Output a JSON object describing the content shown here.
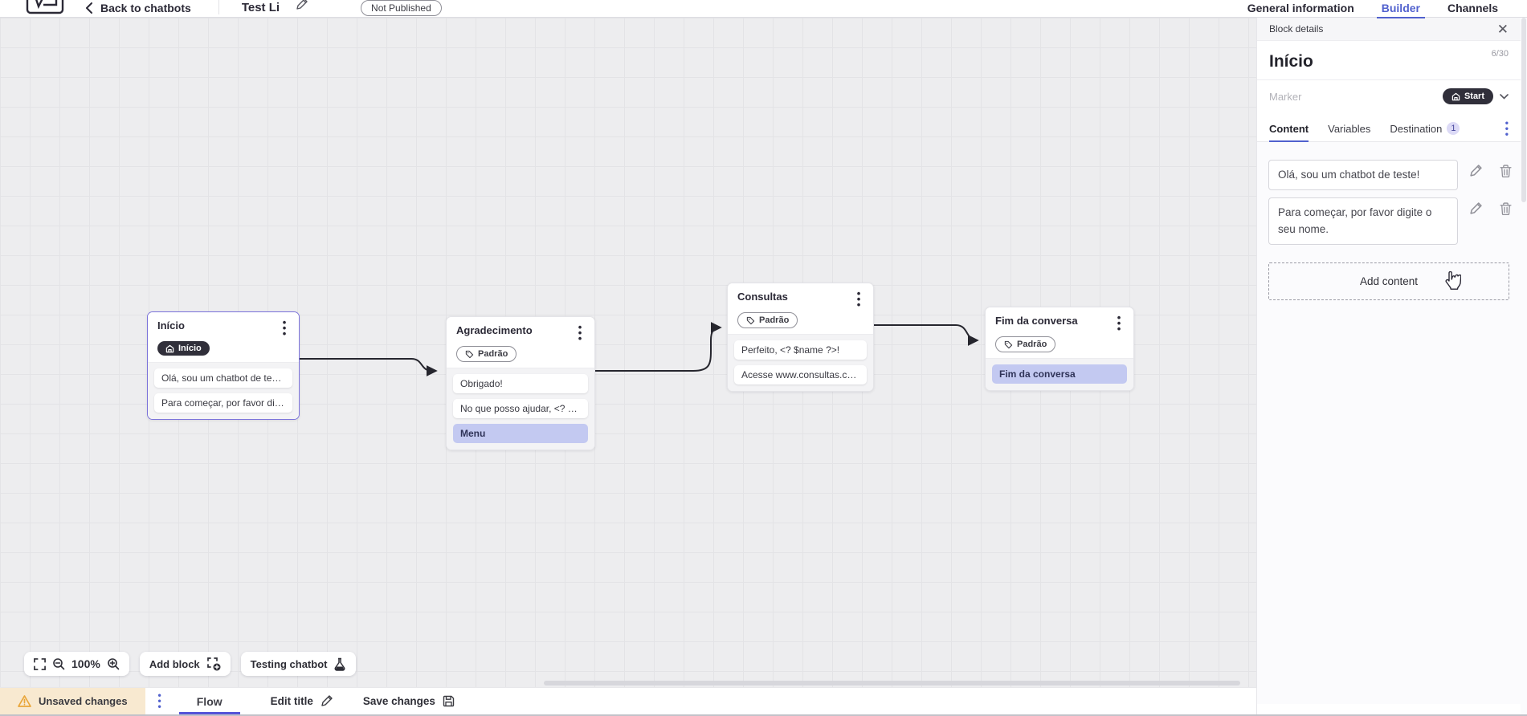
{
  "topbar": {
    "back_label": "Back to chatbots",
    "bot_title": "Test Li",
    "status_badge": "Not Published",
    "tabs": [
      {
        "label": "General information",
        "active": false
      },
      {
        "label": "Builder",
        "active": true
      },
      {
        "label": "Channels",
        "active": false
      }
    ]
  },
  "panel": {
    "header_label": "Block details",
    "block_title": "Início",
    "counter": "6/30",
    "marker_label": "Marker",
    "marker_value": "Start",
    "tabs": [
      {
        "label": "Content",
        "active": true
      },
      {
        "label": "Variables",
        "active": false
      },
      {
        "label": "Destination",
        "active": false,
        "badge": "1"
      }
    ],
    "content_items": [
      "Olá, sou um chatbot de teste!",
      "Para começar, por favor digite o seu nome."
    ],
    "add_content_label": "Add content"
  },
  "canvas": {
    "blocks": [
      {
        "title": "Início",
        "badge": {
          "label": "Início",
          "style": "dark",
          "icon": "home-icon"
        },
        "selected": true,
        "items": [
          {
            "text": "Olá, sou um chatbot de teste!"
          },
          {
            "text": "Para começar, por favor digite o ..."
          }
        ]
      },
      {
        "title": "Agradecimento",
        "badge": {
          "label": "Padrão",
          "style": "outline",
          "icon": "tag-icon"
        },
        "selected": false,
        "items": [
          {
            "text": "Obrigado!"
          },
          {
            "text": "No que posso ajudar, <? $name ..."
          },
          {
            "text": "Menu",
            "highlight": true
          }
        ]
      },
      {
        "title": "Consultas",
        "badge": {
          "label": "Padrão",
          "style": "outline",
          "icon": "tag-icon"
        },
        "selected": false,
        "items": [
          {
            "text": "Perfeito, <? $name ?>!"
          },
          {
            "text": "Acesse www.consultas.com par..."
          }
        ]
      },
      {
        "title": "Fim da conversa",
        "badge": {
          "label": "Padrão",
          "style": "outline",
          "icon": "tag-icon"
        },
        "selected": false,
        "items": [
          {
            "text": "Fim da conversa",
            "highlight": true
          }
        ]
      }
    ],
    "zoom_level": "100%",
    "add_block_label": "Add block",
    "testing_label": "Testing chatbot"
  },
  "bottombar": {
    "unsaved_label": "Unsaved changes",
    "flow_tab": "Flow",
    "edit_title_label": "Edit title",
    "save_label": "Save changes"
  },
  "colors": {
    "accent_blue": "#5161ce",
    "selected_border": "#7b72da",
    "dark_pill": "#302f3a",
    "highlight_item": "#c3c9f1",
    "warning_bg": "#f8e9d0",
    "warning_icon": "#e9a63a",
    "canvas_bg": "#ededef"
  }
}
